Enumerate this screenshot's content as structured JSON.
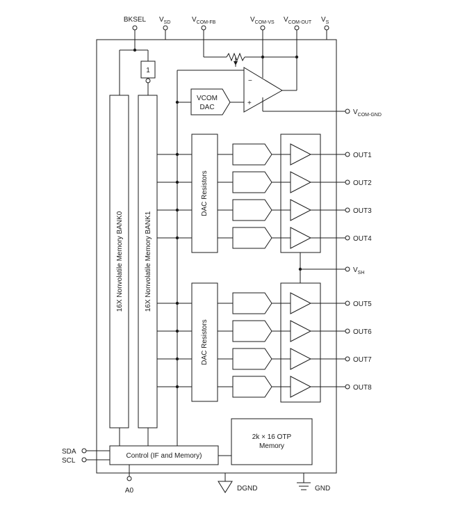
{
  "top_pins": {
    "bksel": "BKSEL",
    "vsd": {
      "main": "V",
      "sub": "SD"
    },
    "vcom_fb": {
      "main": "V",
      "sub": "COM-FB"
    },
    "vcom_vs": {
      "main": "V",
      "sub": "COM-VS"
    },
    "vcom_out": {
      "main": "V",
      "sub": "COM-OUT"
    },
    "vs": {
      "main": "V",
      "sub": "S"
    }
  },
  "right_pins": {
    "vcom_gnd": {
      "main": "V",
      "sub": "COM-GND"
    },
    "vsh": {
      "main": "V",
      "sub": "SH"
    },
    "outputs": [
      "OUT1",
      "OUT2",
      "OUT3",
      "OUT4",
      "OUT5",
      "OUT6",
      "OUT7",
      "OUT8"
    ]
  },
  "left_pins": {
    "sda": "SDA",
    "scl": "SCL"
  },
  "bottom_pins": {
    "a0": "A0",
    "dgnd": "DGND",
    "gnd": "GND"
  },
  "blocks": {
    "bank0": "16X Nonvolatile Memory BANK0",
    "bank1": "16X Nonvolatile Memory BANK1",
    "inverter": "1",
    "vcom_dac_line1": "VCOM",
    "vcom_dac_line2": "DAC",
    "dac_resistors_top": "DAC Resistors",
    "dac_resistors_bottom": "DAC Resistors",
    "otp_line1": "2k × 16 OTP",
    "otp_line2": "Memory",
    "control": "Control (IF and Memory)",
    "opamp_minus": "−",
    "opamp_plus": "+"
  }
}
